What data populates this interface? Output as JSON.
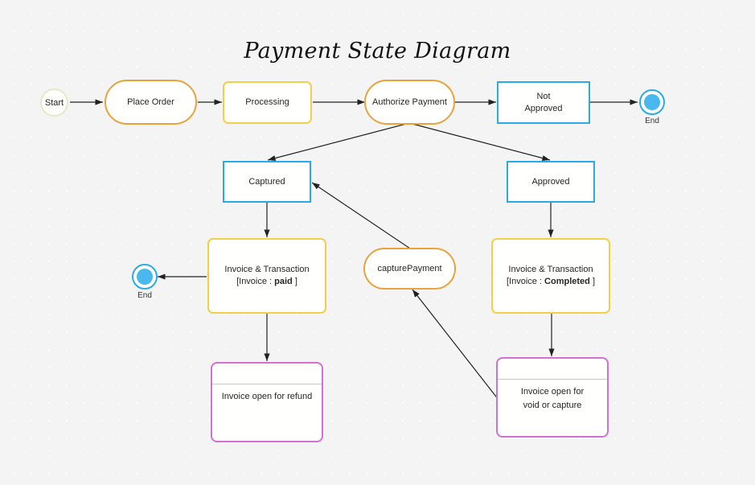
{
  "diagram": {
    "title": "Payment State Diagram",
    "background_color": "#f4f4f4",
    "colors": {
      "orange": "#e8a33d",
      "gold": "#f2cf4a",
      "blue": "#29abe8",
      "pink": "#d46fd4",
      "start_ring": "#e6e8c8",
      "end_fill": "#49b8ef",
      "edge": "#222222",
      "text": "#262626"
    }
  },
  "nodes": {
    "start": {
      "label": "Start",
      "shape": "circle",
      "color": "start_ring"
    },
    "place_order": {
      "label": "Place Order",
      "shape": "stadium",
      "color": "orange"
    },
    "processing": {
      "label": "Processing",
      "shape": "rounded-rect",
      "color": "gold"
    },
    "authorize_payment": {
      "label": "Authorize Payment",
      "shape": "stadium",
      "color": "orange"
    },
    "not_approved": {
      "label_line1": "Not",
      "label_line2": "Approved",
      "shape": "rect",
      "color": "blue"
    },
    "end_right": {
      "label": "End",
      "shape": "end-circle",
      "color": "blue"
    },
    "captured": {
      "label": "Captured",
      "shape": "rect",
      "color": "blue"
    },
    "approved": {
      "label": "Approved",
      "shape": "rect",
      "color": "blue"
    },
    "capture_payment": {
      "label": "capturePayment",
      "shape": "stadium",
      "color": "orange"
    },
    "invoice_paid": {
      "label_line1": "Invoice & Transaction",
      "label_line2_prefix": "[Invoice : ",
      "label_line2_value": "paid",
      "label_line2_suffix": " ]",
      "shape": "rounded-rect",
      "color": "gold"
    },
    "invoice_completed": {
      "label_line1": "Invoice & Transaction",
      "label_line2_prefix": "[Invoice : ",
      "label_line2_value": "Completed",
      "label_line2_suffix": " ]",
      "shape": "rounded-rect",
      "color": "gold"
    },
    "end_left": {
      "label": "End",
      "shape": "end-circle",
      "color": "blue"
    },
    "invoice_refund": {
      "label": "Invoice open for refund",
      "shape": "composite",
      "color": "pink"
    },
    "invoice_void_capture": {
      "label_line1": "Invoice open for",
      "label_line2": "void or capture",
      "shape": "composite",
      "color": "pink"
    }
  },
  "edges": [
    {
      "from": "start",
      "to": "place_order"
    },
    {
      "from": "place_order",
      "to": "processing"
    },
    {
      "from": "processing",
      "to": "authorize_payment"
    },
    {
      "from": "authorize_payment",
      "to": "not_approved"
    },
    {
      "from": "not_approved",
      "to": "end_right"
    },
    {
      "from": "authorize_payment",
      "to": "captured"
    },
    {
      "from": "authorize_payment",
      "to": "approved"
    },
    {
      "from": "captured",
      "to": "invoice_paid"
    },
    {
      "from": "approved",
      "to": "invoice_completed"
    },
    {
      "from": "invoice_paid",
      "to": "end_left"
    },
    {
      "from": "invoice_paid",
      "to": "invoice_refund"
    },
    {
      "from": "invoice_completed",
      "to": "invoice_void_capture"
    },
    {
      "from": "capture_payment",
      "to": "captured"
    },
    {
      "from": "invoice_void_capture",
      "to": "capture_payment"
    }
  ]
}
